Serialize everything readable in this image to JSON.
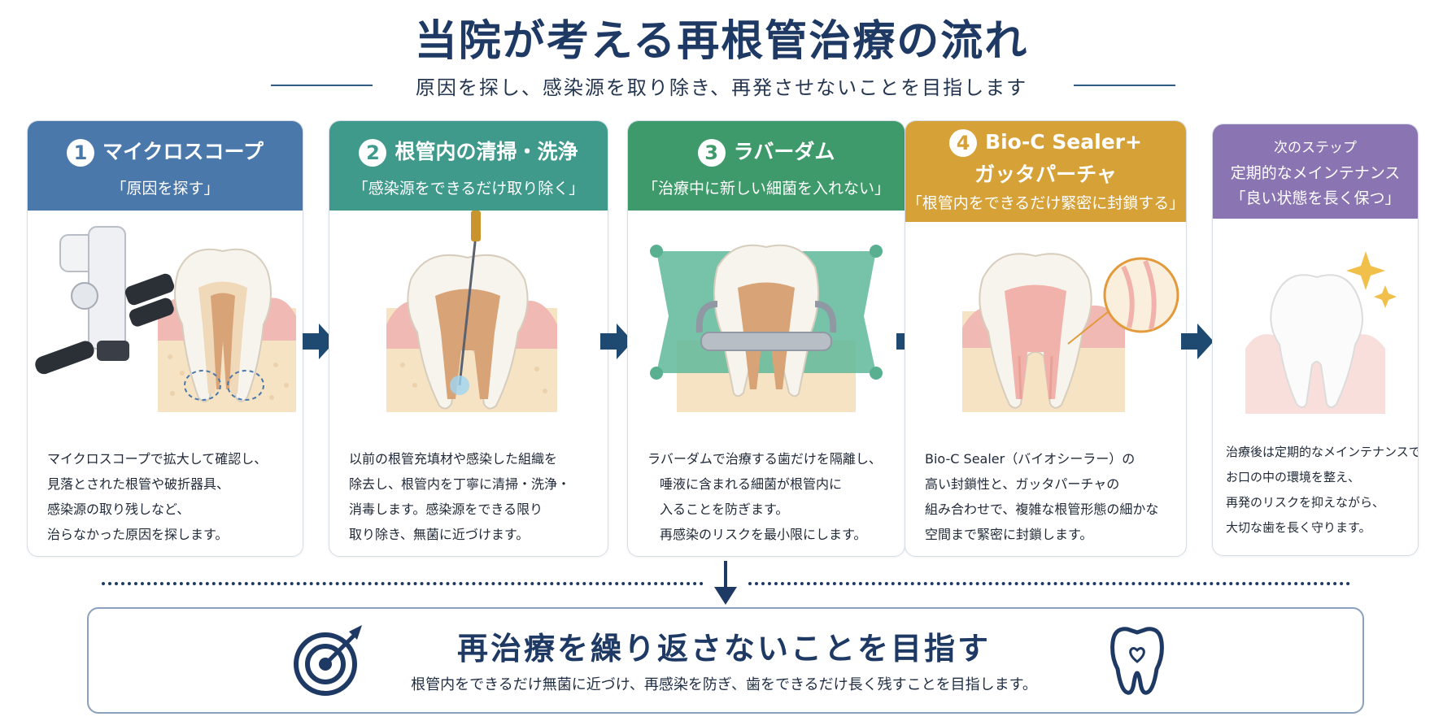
{
  "title": "当院が考える再根管治療の流れ",
  "subtitle": "原因を探し、感染源を取り除き、再発させないことを目指します",
  "steps": [
    {
      "number": "1",
      "title": "マイクロスコープ",
      "subtitle": "「原因を探す」",
      "color": "#4a78ab",
      "desc": [
        "マイクロスコープで拡大して確認し、",
        "見落とされた根管や破折器具、",
        "感染源の取り残しなど、",
        "治らなかった原因を探します。"
      ]
    },
    {
      "number": "2",
      "title": "根管内の清掃・洗浄",
      "subtitle": "「感染源をできるだけ取り除く」",
      "color": "#3f9a8c",
      "desc": [
        "以前の根管充填材や感染した組織を",
        "除去し、根管内を丁寧に清掃・洗浄・",
        "消毒します。感染源をできる限り",
        "取り除き、無菌に近づけます。"
      ]
    },
    {
      "number": "3",
      "title": "ラバーダム",
      "subtitle": "「治療中に新しい細菌を入れない」",
      "color": "#3e9a6a",
      "desc": [
        "ラバーダムで治療する歯だけを隔離し、",
        "唾液に含まれる細菌が根管内に",
        "入ることを防ぎます。",
        "再感染のリスクを最小限にします。"
      ]
    },
    {
      "number": "4",
      "title": "Bio-C Sealer+",
      "title2": "ガッタパーチャ",
      "subtitle": "「根管内をできるだけ緊密に封鎖する」",
      "color": "#d6a136",
      "desc": [
        "Bio-C Sealer（バイオシーラー）の",
        "高い封鎖性と、ガッタパーチャの",
        "組み合わせで、複雑な根管形態の細かな",
        "空間まで緊密に封鎖します。"
      ]
    }
  ],
  "next_step": {
    "label": "次のステップ",
    "title": "定期的なメインテナンス",
    "subtitle": "「良い状態を長く保つ」",
    "color": "#8a74b2",
    "desc": [
      "治療後は定期的なメインテナンスで、",
      "お口の中の環境を整え、",
      "再発のリスクを抑えながら、",
      "大切な歯を長く守ります。"
    ]
  },
  "goal": {
    "title": "再治療を繰り返さないことを目指す",
    "text": "根管内をできるだけ無菌に近づけ、再感染を防ぎ、歯をできるだけ長く残すことを目指します。"
  },
  "colors": {
    "navy": "#1e3a64",
    "enamel": "#f7f4ee",
    "pulp": "#d8a377",
    "gum": "#f1b9b3",
    "bone": "#f5e3c4",
    "rubber_dam": "#5fb89a"
  },
  "icons": [
    "microscope-icon",
    "file-icon",
    "rubber-dam-icon",
    "seal-icon",
    "sparkle-icon",
    "target-icon",
    "tooth-heart-icon",
    "arrow-right-icon",
    "arrow-down-icon"
  ]
}
